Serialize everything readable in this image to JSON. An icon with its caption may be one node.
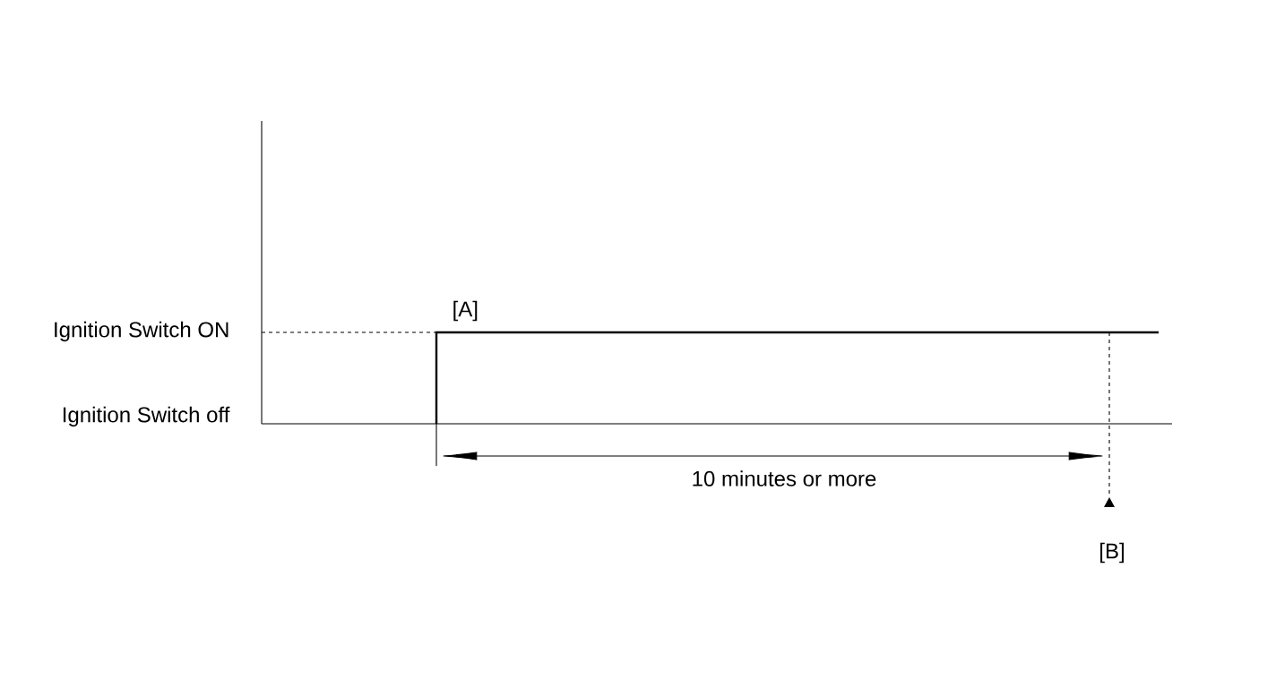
{
  "diagram": {
    "labels": [
      "Ignition Switch ON",
      "Ignition Switch off",
      "[A]",
      "10 minutes or more",
      "[B]"
    ]
  }
}
